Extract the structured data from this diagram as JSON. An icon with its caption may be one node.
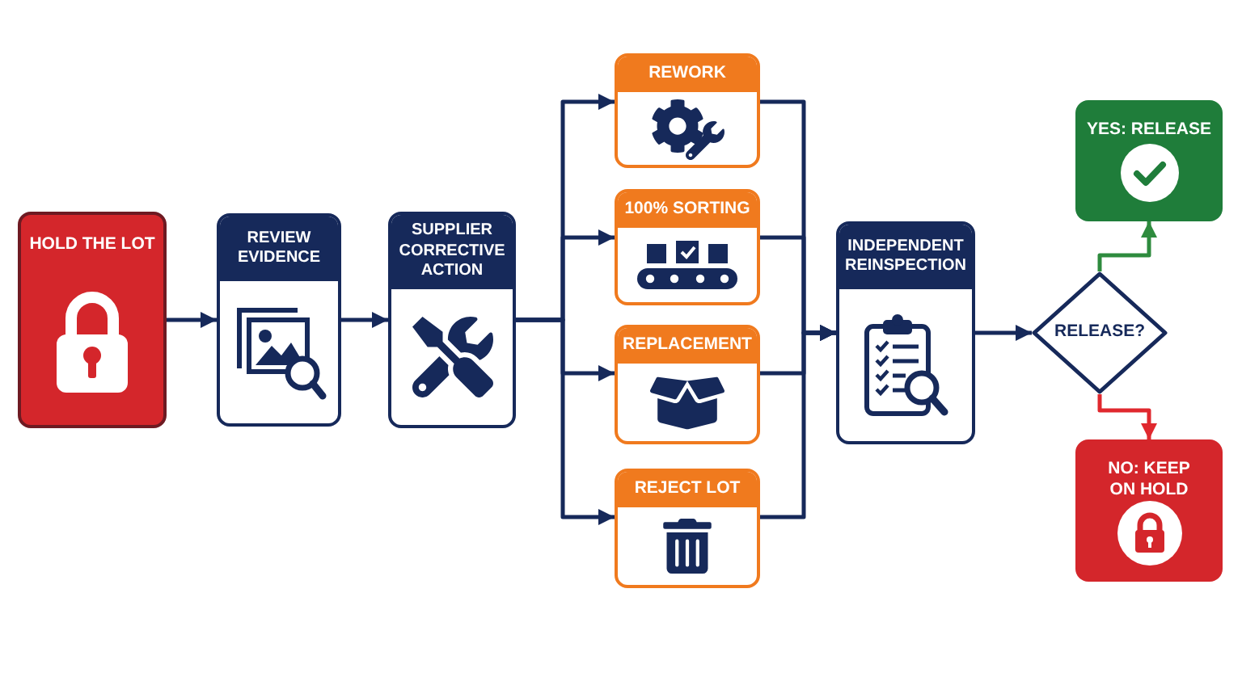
{
  "diagram": {
    "nodes": [
      {
        "text": [
          "HOLD THE LOT"
        ]
      },
      {
        "text": [
          "REVIEW EVIDENCE"
        ]
      },
      {
        "text": [
          "SUPPLIER CORRECTIVE ACTION"
        ]
      },
      {
        "text": [
          "REWORK"
        ]
      },
      {
        "text": [
          "100% SORTING"
        ]
      },
      {
        "text": [
          "REPLACEMENT"
        ]
      },
      {
        "text": [
          "REJECT LOT"
        ]
      },
      {
        "text": [
          "INDEPENDENT REINSPECTION"
        ]
      },
      {
        "text": [
          "RELEASE?"
        ]
      },
      {
        "text": [
          "YES: RELEASE"
        ]
      },
      {
        "text": [
          "NO: KEEP ON HOLD"
        ]
      }
    ],
    "edges": [
      {
        "from": 0,
        "to": 1,
        "arrow": "to"
      },
      {
        "from": 1,
        "to": 2,
        "arrow": "to"
      },
      {
        "from": 2,
        "to": 3,
        "arrow": "to"
      },
      {
        "from": 2,
        "to": 4,
        "arrow": "to"
      },
      {
        "from": 2,
        "to": 5,
        "arrow": "to"
      },
      {
        "from": 2,
        "to": 6,
        "arrow": "to"
      },
      {
        "from": 3,
        "to": 7,
        "arrow": "to"
      },
      {
        "from": 4,
        "to": 7,
        "arrow": "to"
      },
      {
        "from": 5,
        "to": 7,
        "arrow": "to"
      },
      {
        "from": 6,
        "to": 7,
        "arrow": "to"
      },
      {
        "from": 7,
        "to": 8,
        "arrow": "to"
      },
      {
        "from": 8,
        "to": 9,
        "arrow": "to",
        "color": "#2e8b3e"
      },
      {
        "from": 8,
        "to": 10,
        "arrow": "to",
        "color": "#e0282e"
      }
    ]
  }
}
